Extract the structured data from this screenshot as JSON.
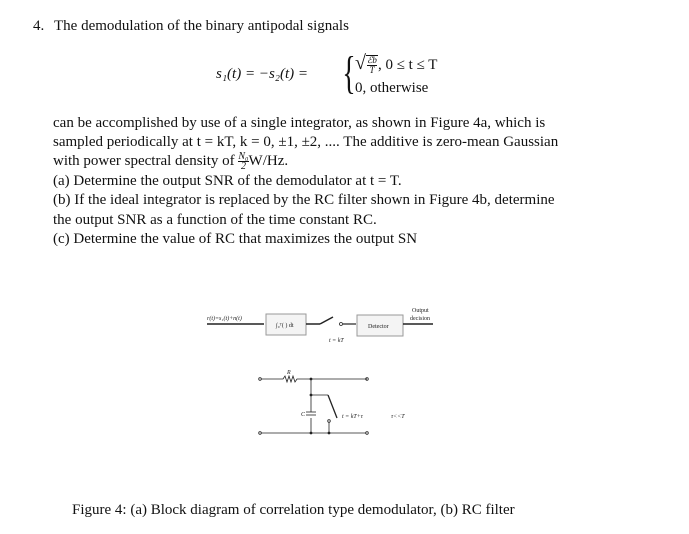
{
  "problem": {
    "number": "4.",
    "intro": "The demodulation of the binary antipodal signals",
    "equation": {
      "lhs": "s₁(t) = −s₂(t) =",
      "case1_sqrt_num": "ℰb",
      "case1_sqrt_den": "T",
      "case1_cond": ",   0 ≤ t ≤ T",
      "case2": "0,   otherwise"
    },
    "lines": [
      "can be accomplished by use of a single integrator, as shown in Figure 4a, which is",
      "sampled periodically at t = kT, k = 0, ±1, ±2, .... The additive is zero-mean Gaussian",
      "with power spectral density of",
      "(a) Determine the output SNR of the demodulator at t = T.",
      "(b) If the ideal integrator is replaced by the RC filter shown in Figure 4b, determine",
      "the output SNR as a function of the time constant RC.",
      "(c) Determine the value of RC that maximizes the output SN"
    ],
    "psd_num": "N₀",
    "psd_den": "2",
    "psd_unit": "W/Hz."
  },
  "figure_a": {
    "input": "r(t)=s₁(t)+n(t)",
    "integrator": "∫₀ᵀ( ) dt",
    "switch": "t = kT",
    "detector": "Detector",
    "output_1": "Output",
    "output_2": "decision"
  },
  "figure_b": {
    "R": "R",
    "C": "C",
    "switch": "t = kT+τ",
    "condition": "τ<<T"
  },
  "caption": "Figure 4: (a) Block diagram of correlation type demodulator, (b) RC filter"
}
